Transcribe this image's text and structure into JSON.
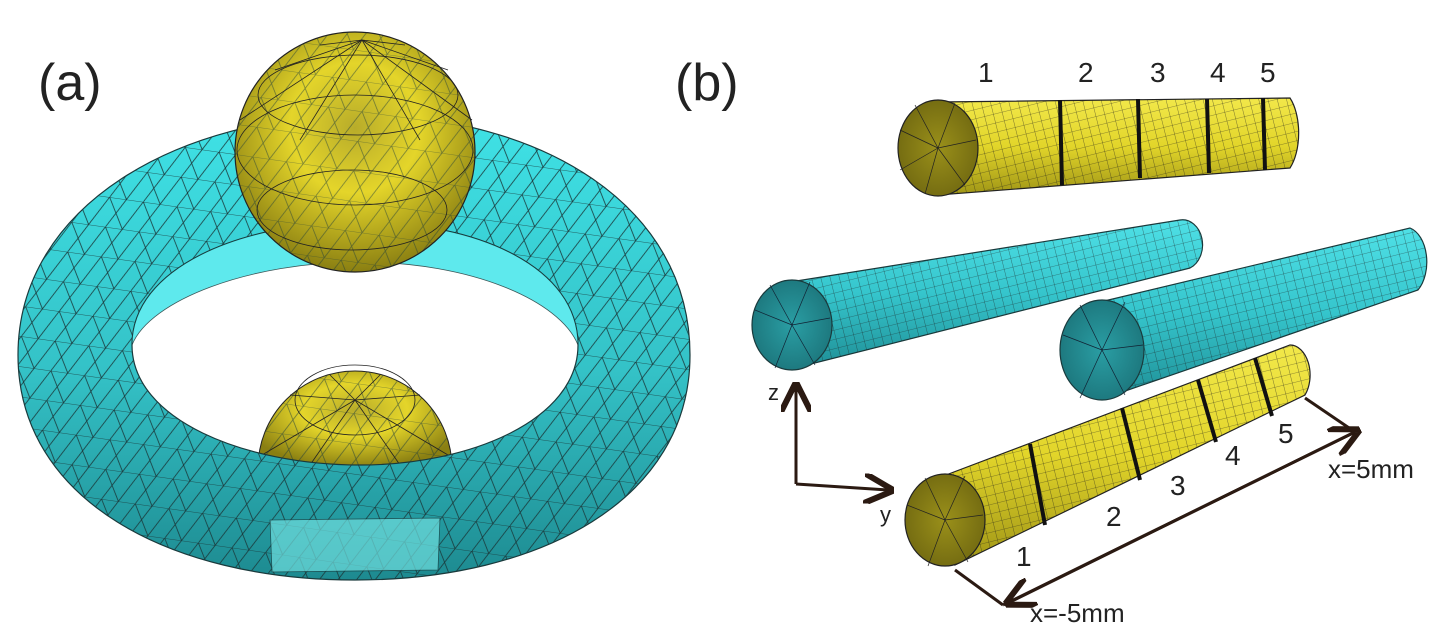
{
  "panel_a": {
    "label": "(a)"
  },
  "panel_b": {
    "label": "(b)",
    "top_rod_segments": [
      "1",
      "2",
      "3",
      "4",
      "5"
    ],
    "bottom_rod_segments": [
      "1",
      "2",
      "3",
      "4",
      "5"
    ],
    "axis_z": "z",
    "axis_y": "y",
    "dim_start": "x=-5mm",
    "dim_end": "x=5mm"
  },
  "colors": {
    "cyan": "#35c8cc",
    "cyan_dark": "#1e8f95",
    "yellow": "#e6d92a",
    "yellow_dark": "#8d8414",
    "mesh": "#1a1a1a",
    "arrow": "#2b1a12"
  }
}
